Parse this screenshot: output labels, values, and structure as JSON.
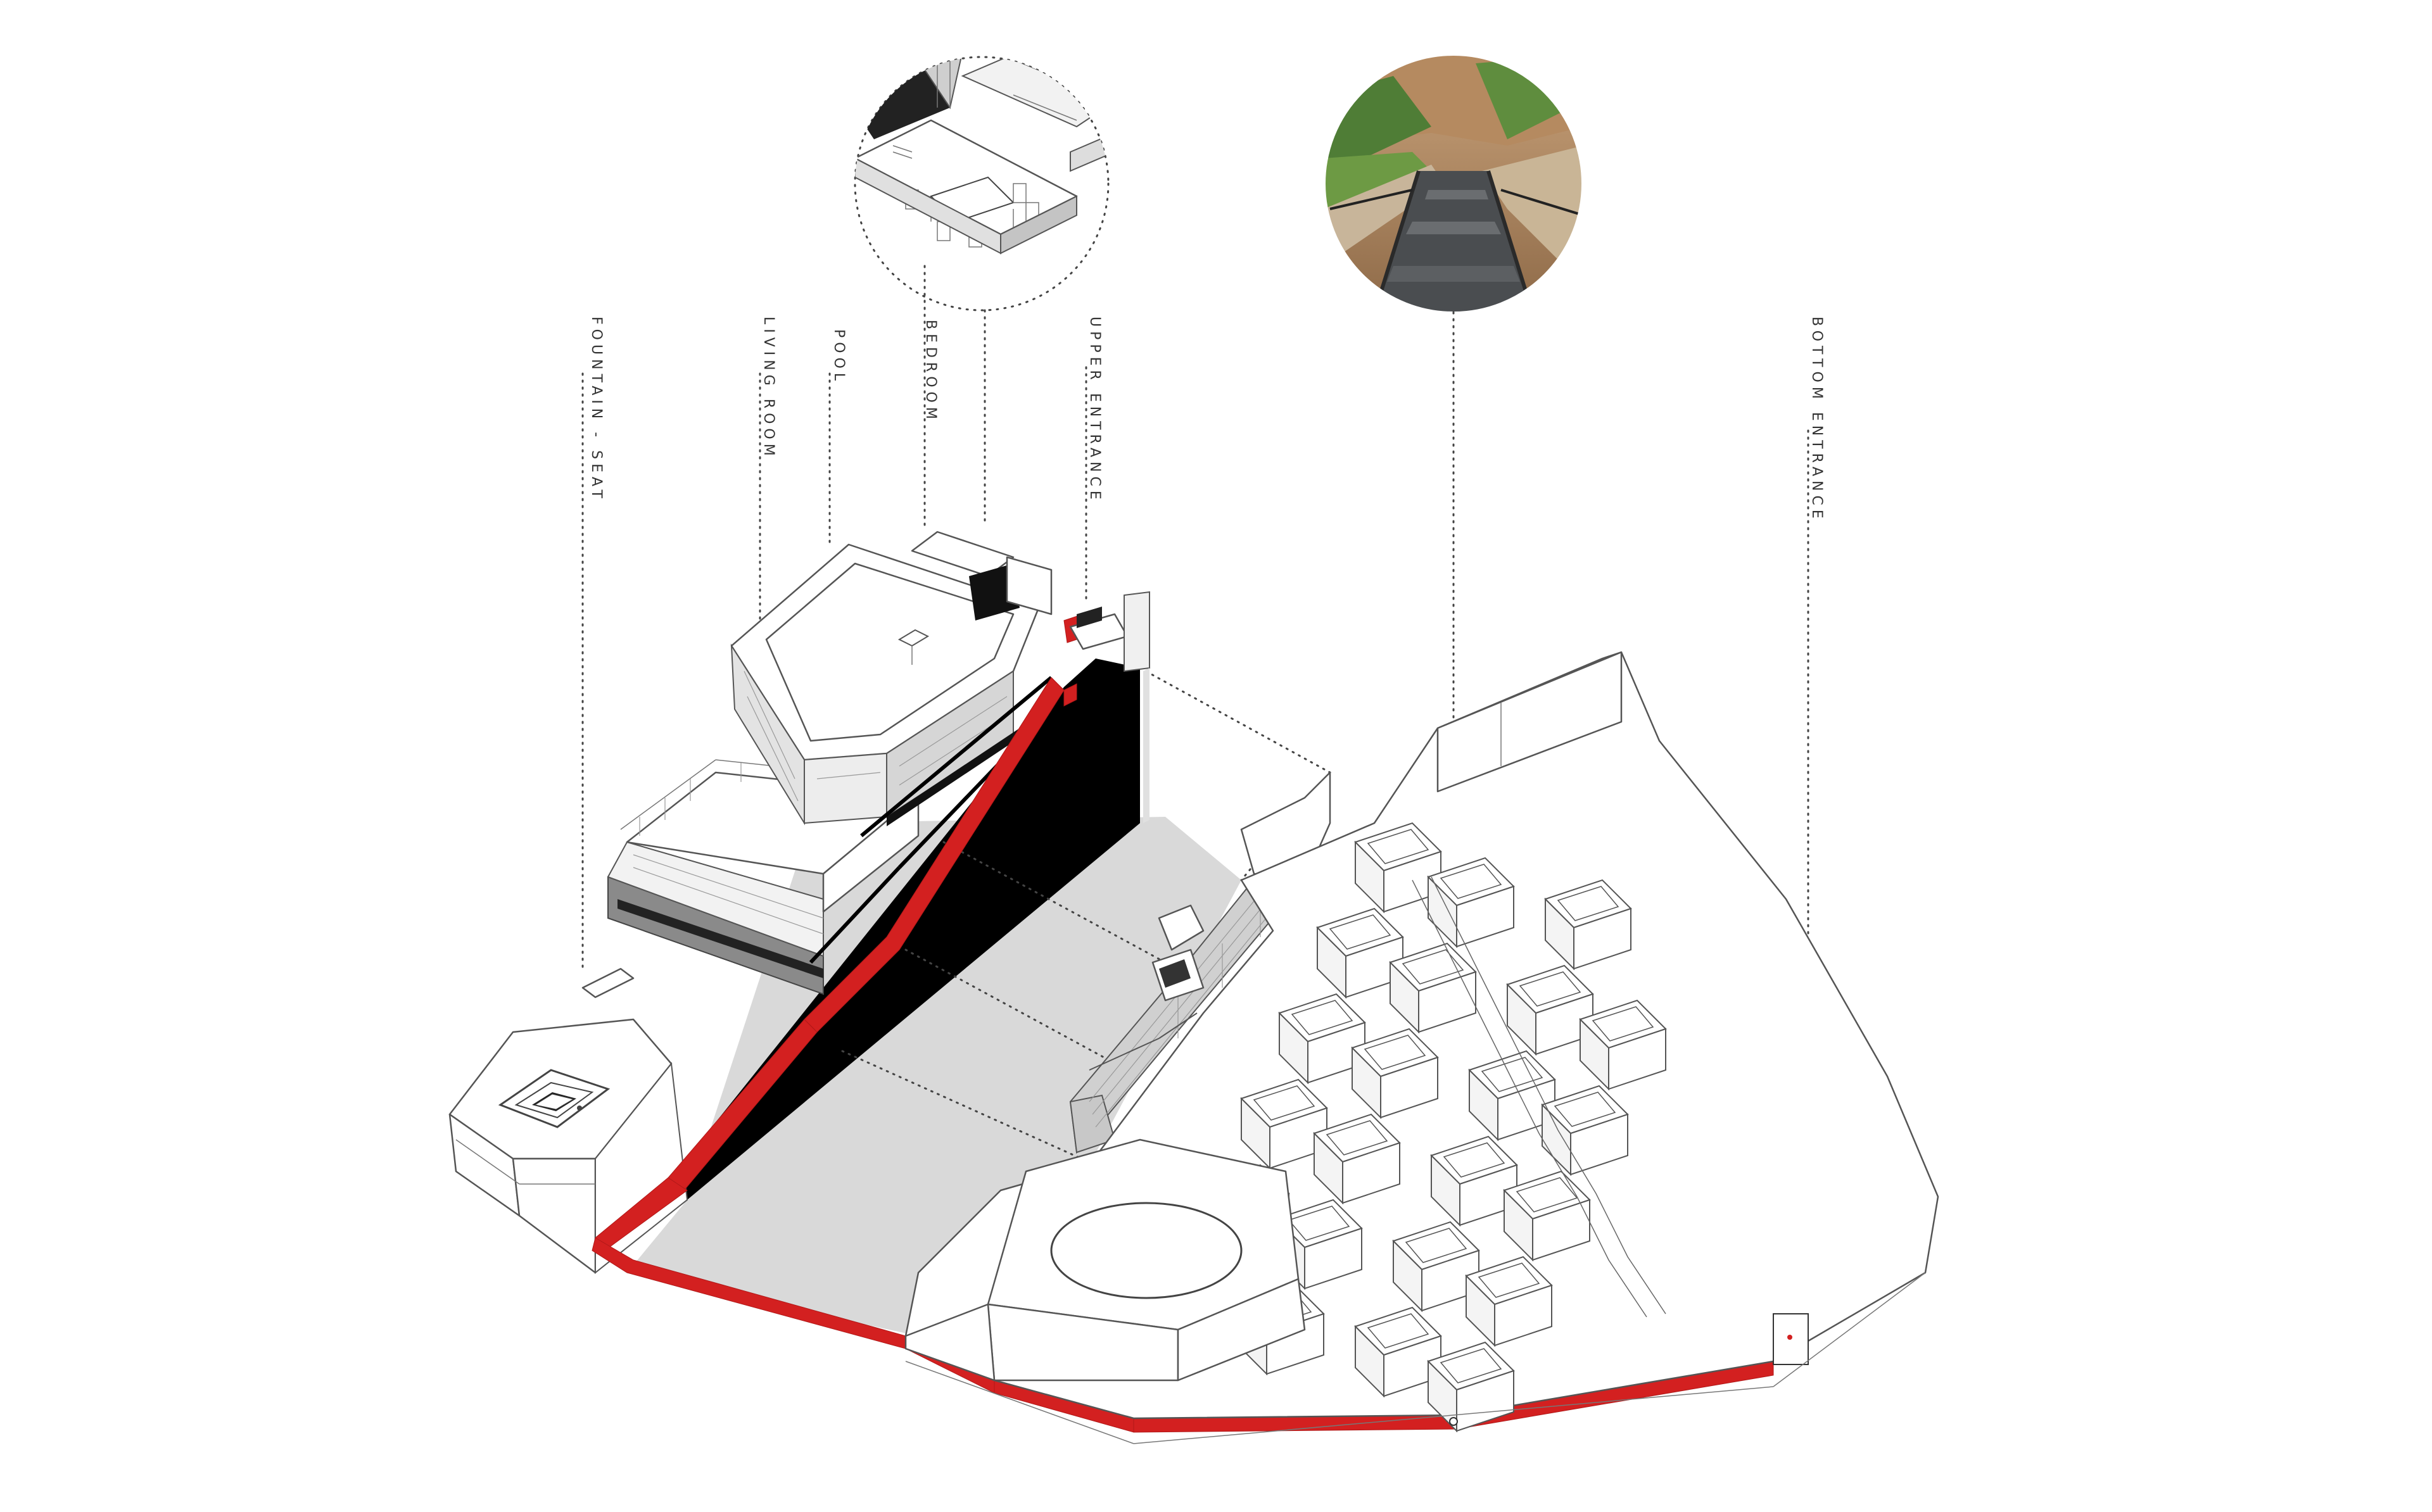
{
  "labels": {
    "fountain_seat": "FOUNTAIN - SEAT",
    "living_room": "LIVING ROOM",
    "pool": "POOL",
    "bedroom": "BEDROOM",
    "upper_entrance": "UPPER ENTRANCE",
    "bottom_entrance": "BOTTOM ENTRANCE"
  },
  "colors": {
    "path_highlight": "#d32020",
    "wall_black": "#000000",
    "ground_gray": "#d9d9d9",
    "line_gray": "#555555"
  },
  "insets": {
    "left_circle": "interior-detail-axonometric",
    "right_circle": "photo-of-stepped-path"
  }
}
